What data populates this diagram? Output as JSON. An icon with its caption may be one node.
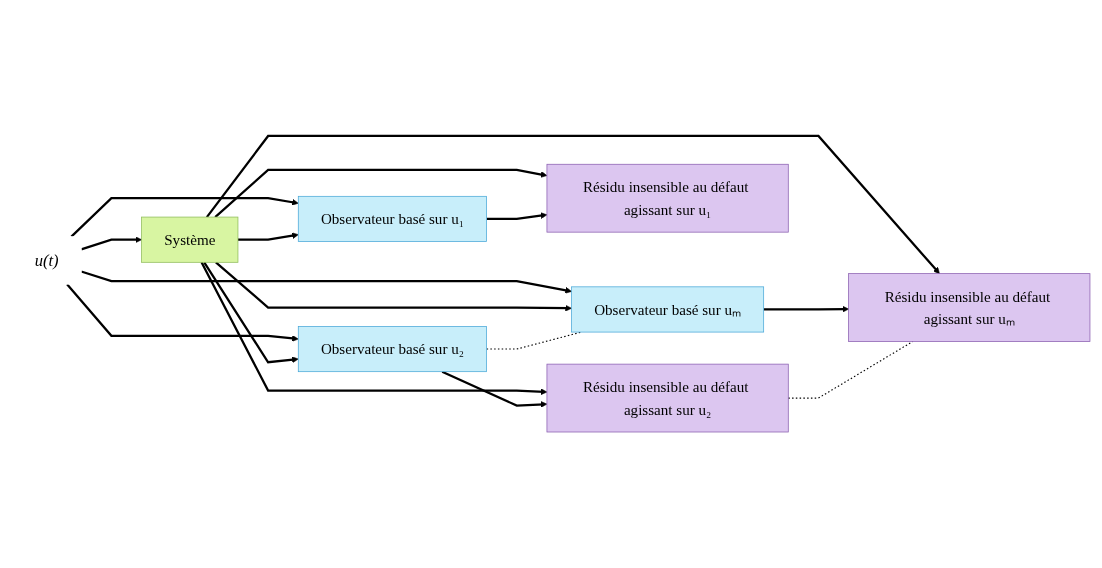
{
  "diagram": {
    "nodes": [
      {
        "text": [
          "u(t)"
        ]
      },
      {
        "text": [
          "Système"
        ]
      },
      {
        "text": [
          "Observateur basé sur u₁"
        ]
      },
      {
        "text": [
          "Observateur basé sur u₂"
        ]
      },
      {
        "text": [
          "Observateur basé sur uₘ"
        ]
      },
      {
        "text": [
          "Résidu insensible au défaut agissant sur u₁"
        ]
      },
      {
        "text": [
          "Résidu insensible au défaut agissant sur u₂"
        ]
      },
      {
        "text": [
          "Résidu insensible au défaut agissant sur uₘ"
        ]
      }
    ],
    "edges": [
      {
        "from": 0,
        "to": 1,
        "arrow": "to"
      },
      {
        "from": 0,
        "to": 2,
        "arrow": "to"
      },
      {
        "from": 0,
        "to": 3,
        "arrow": "to"
      },
      {
        "from": 0,
        "to": 4,
        "arrow": "to"
      },
      {
        "from": 1,
        "to": 2,
        "arrow": "to"
      },
      {
        "from": 1,
        "to": 3,
        "arrow": "to"
      },
      {
        "from": 1,
        "to": 4,
        "arrow": "to"
      },
      {
        "from": 1,
        "to": 5,
        "arrow": "to"
      },
      {
        "from": 1,
        "to": 6,
        "arrow": "to"
      },
      {
        "from": 1,
        "to": 7,
        "arrow": "to"
      },
      {
        "from": 2,
        "to": 5,
        "arrow": "to"
      },
      {
        "from": 3,
        "to": 6,
        "arrow": "to"
      },
      {
        "from": 4,
        "to": 7,
        "arrow": "to"
      },
      {
        "from": 3,
        "to": 4,
        "arrow": "none",
        "style": "dashed"
      },
      {
        "from": 6,
        "to": 7,
        "arrow": "none",
        "style": "dashed"
      }
    ]
  }
}
